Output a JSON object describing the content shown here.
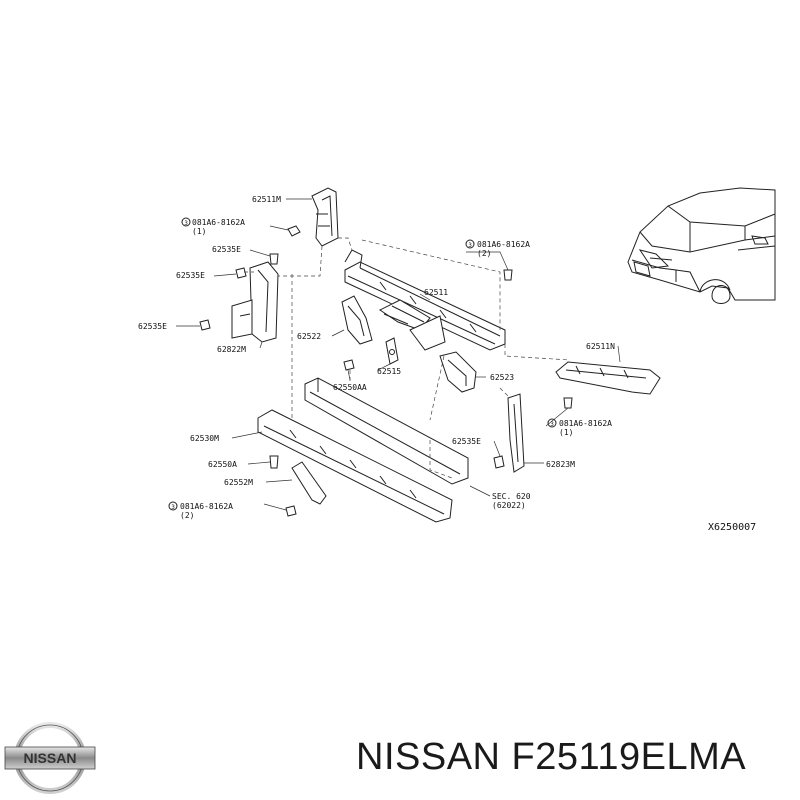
{
  "diagram": {
    "ref_code": "X6250007",
    "labels": {
      "p62511M": "62511M",
      "bolt_a_top": "081A6-8162A",
      "bolt_a_top_qty": "(1)",
      "p62535E_1": "62535E",
      "p62535E_2": "62535E",
      "p62535E_3": "62535E",
      "p62822M": "62822M",
      "p62522": "62522",
      "p62511": "62511",
      "bolt_b": "081A6-8162A",
      "bolt_b_qty": "(2)",
      "p62511N": "62511N",
      "p62523": "62523",
      "p62515": "62515",
      "p62550AA": "62550AA",
      "bolt_c": "081A6-8162A",
      "bolt_c_qty": "(1)",
      "p62530M": "62530M",
      "p62550A": "62550A",
      "p62552M": "62552M",
      "bolt_d": "081A6-8162A",
      "bolt_d_qty": "(2)",
      "p62535E_4": "62535E",
      "p62823M": "62823M",
      "sec": "SEC. 620",
      "sec_ref": "(62022)"
    }
  },
  "footer": {
    "brand_logo_text": "NISSAN",
    "part_number_text": "NISSAN F25119ELMA"
  }
}
